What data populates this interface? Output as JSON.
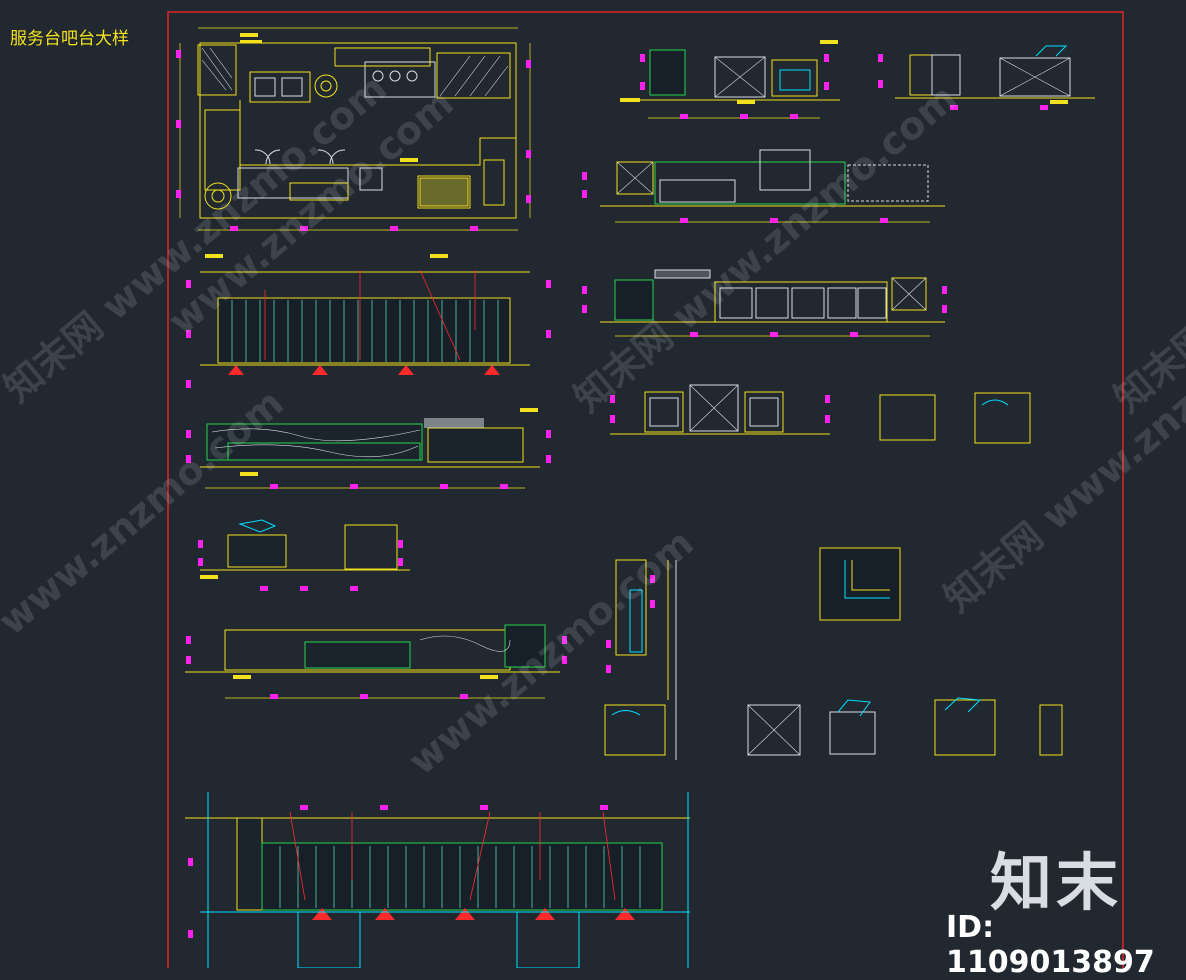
{
  "sheet": {
    "title": "服务台吧台大样",
    "brand": "知末",
    "drawing_id": "ID: 1109013897"
  },
  "watermarks": [
    "知末网 www.znzmo.com",
    "知末网 www.znzmo.com",
    "www.znzmo.com",
    "www.znzmo.com",
    "知末网 www.znzmo.com",
    "知末网 www.znzmo.com",
    "www.znzmo.com"
  ],
  "colors": {
    "background": "#212830",
    "frame": "#e02424",
    "outline": "#f2e11d",
    "leader": "#ff2a2a",
    "dimension_marker": "#ff22ee",
    "hatch": "#00e0ff",
    "accent_green": "#26d44a",
    "linework_white": "#d8dde2"
  }
}
